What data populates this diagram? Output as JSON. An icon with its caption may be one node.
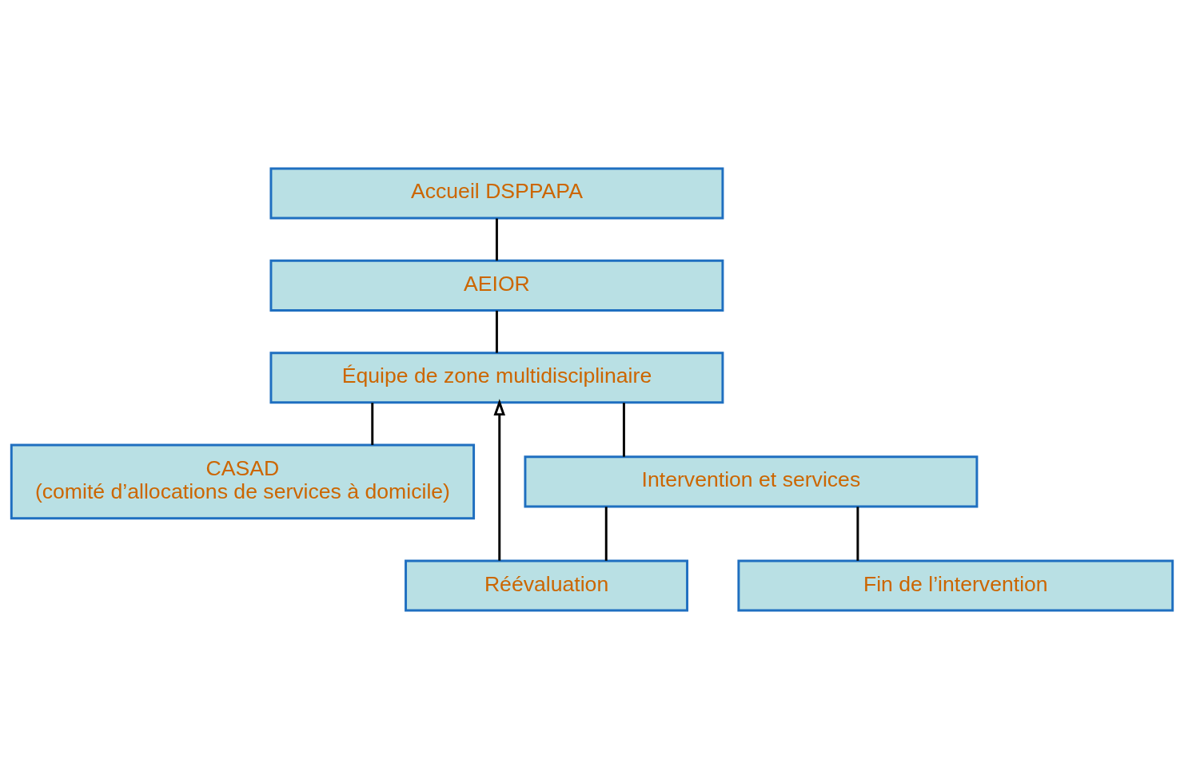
{
  "diagram": {
    "nodes": [
      {
        "text": [
          "Accueil DSPPAPA"
        ]
      },
      {
        "text": [
          "AEIOR"
        ]
      },
      {
        "text": [
          "Équipe de zone multidisciplinaire"
        ]
      },
      {
        "text": [
          "CASAD",
          "(comité d’allocations de services à domicile)"
        ]
      },
      {
        "text": [
          "Intervention et services"
        ]
      },
      {
        "text": [
          "Réévaluation"
        ]
      },
      {
        "text": [
          "Fin de l’intervention"
        ]
      }
    ],
    "edges": [
      {
        "from": 0,
        "to": 1,
        "arrow": "none"
      },
      {
        "from": 1,
        "to": 2,
        "arrow": "none"
      },
      {
        "from": 2,
        "to": 3,
        "arrow": "none"
      },
      {
        "from": 2,
        "to": 4,
        "arrow": "none"
      },
      {
        "from": 4,
        "to": 5,
        "arrow": "none"
      },
      {
        "from": 4,
        "to": 6,
        "arrow": "none"
      },
      {
        "from": 5,
        "to": 2,
        "arrow": "to"
      }
    ]
  }
}
